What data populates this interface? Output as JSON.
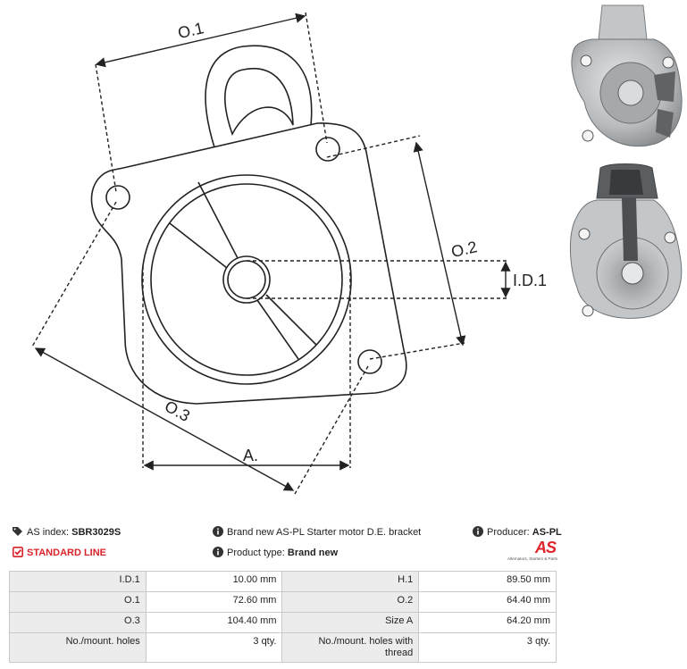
{
  "diagram": {
    "labels": {
      "o1": "O.1",
      "o2": "O.2",
      "o3": "O.3",
      "id1": "I.D.1",
      "a": "A."
    }
  },
  "info": {
    "as_index_label": "AS index:",
    "as_index_value": "SBR3029S",
    "description": "Brand new AS-PL Starter motor D.E. bracket",
    "producer_label": "Producer:",
    "producer_value": "AS-PL",
    "standard_line": "STANDARD LINE",
    "product_type_label": "Product type:",
    "product_type_value": "Brand new"
  },
  "logo": {
    "text": "AS",
    "tagline": "Alternators, Starters & Parts",
    "color": "#e2222b"
  },
  "specs": {
    "rows": [
      {
        "k1": "I.D.1",
        "v1": "10.00 mm",
        "k2": "H.1",
        "v2": "89.50 mm"
      },
      {
        "k1": "O.1",
        "v1": "72.60 mm",
        "k2": "O.2",
        "v2": "64.40 mm"
      },
      {
        "k1": "O.3",
        "v1": "104.40 mm",
        "k2": "Size A",
        "v2": "64.20 mm"
      },
      {
        "k1": "No./mount. holes",
        "v1": "3 qty.",
        "k2": "No./mount. holes with thread",
        "v2": "3 qty."
      }
    ]
  },
  "colors": {
    "accent_red": "#d8232a",
    "photo_metal": "#b9bcbe"
  }
}
